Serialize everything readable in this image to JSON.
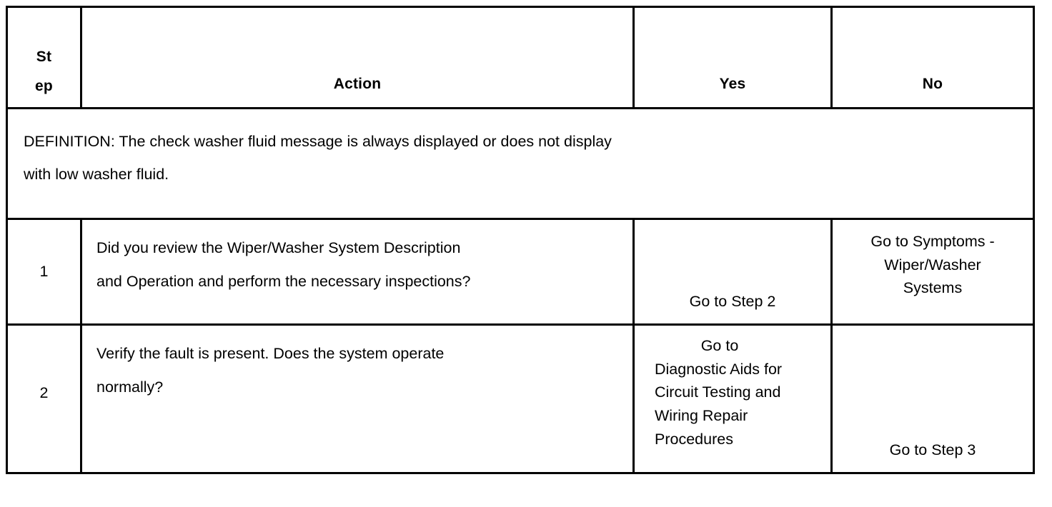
{
  "document": {
    "type": "diagnostic-step-table",
    "columns": [
      {
        "key": "step",
        "label_lines": [
          "St",
          "ep"
        ],
        "label": "Step"
      },
      {
        "key": "action",
        "label": "Action"
      },
      {
        "key": "yes",
        "label": "Yes"
      },
      {
        "key": "no",
        "label": "No"
      }
    ],
    "definition": {
      "lines": [
        "DEFINITION: The check washer fluid message is always displayed or does not display",
        "with low washer fluid."
      ]
    },
    "rows": [
      {
        "step": "1",
        "action_lines": [
          "Did you review the Wiper/Washer System Description",
          "and Operation and perform the necessary inspections?"
        ],
        "yes_lines": [
          "Go to Step 2"
        ],
        "no_lines": [
          "Go to Symptoms -",
          "Wiper/Washer",
          "Systems"
        ]
      },
      {
        "step": "2",
        "action_lines": [
          "Verify the fault is present. Does the system operate",
          "normally?"
        ],
        "yes_lines": [
          "Go to",
          "Diagnostic Aids for",
          "Circuit Testing and",
          "Wiring Repair",
          "Procedures"
        ],
        "no_lines": [
          "Go to Step 3"
        ]
      }
    ],
    "colors": {
      "background": "#ffffff",
      "text": "#000000",
      "border": "#000000"
    }
  }
}
